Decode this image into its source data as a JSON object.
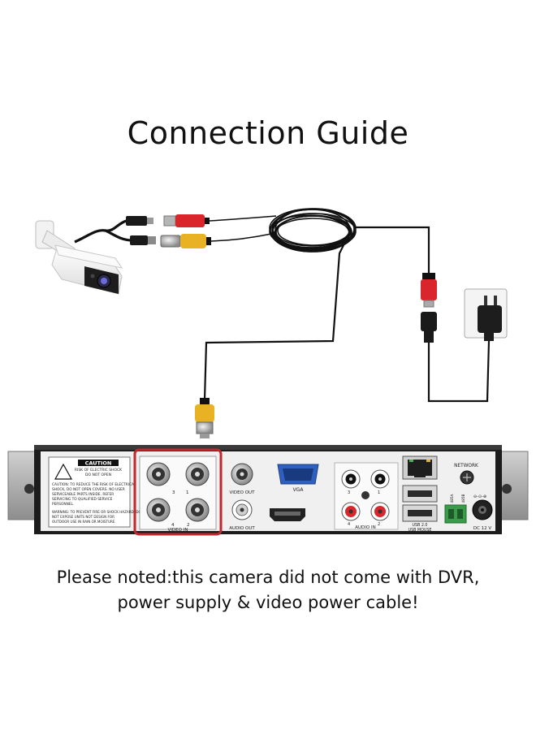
{
  "title": "Connection Guide",
  "note": {
    "line1": "Please noted:this camera did not come with DVR,",
    "line2": "power supply & video power cable!"
  },
  "dvr": {
    "caution": {
      "heading": "CAUTION",
      "line1": "RISK OF ELECTRIC SHOCK",
      "line2": "DO NOT OPEN",
      "warn1": "CAUTION: TO REDUCE THE RISK OF ELECTRICAL",
      "warn2": "SHOCK, DO NOT OPEN COVERS. NO USER",
      "warn3": "SERVICEABLE PARTS INSIDE. REFER",
      "warn4": "SERVICING TO QUALIFIED SERVICE",
      "warn5": "PERSONNEL.",
      "warn6": "WARNING: TO PREVENT FIRE OR SHOCK HAZARD, DO",
      "warn7": "NOT EXPOSE UNITS NOT DESIGN FOR",
      "warn8": "OUTDOOR USE IN RAIN OR MOISTURE"
    },
    "video_in_label": "VIDEO IN",
    "video_in_numbers": [
      "3",
      "1",
      "4",
      "2"
    ],
    "video_out_label": "VIDEO OUT",
    "audio_out_label": "AUDIO OUT",
    "vga_label": "VGA",
    "audio_in_label": "AUDIO IN",
    "audio_in_numbers": [
      "3",
      "1",
      "4",
      "2"
    ],
    "usb_label": "USB 2.0",
    "usb_mouse_label": "USB MOUSE",
    "network_label": "NETWORK",
    "rs485_a": "485A",
    "rs485_b": "485B",
    "dc_label": "DC 12 V"
  },
  "colors": {
    "highlight": "#c0282d",
    "bnc_yellow": "#e8b224",
    "plug_red": "#d8262c",
    "vga_blue": "#2f5fbf",
    "dvr_body": "#1c1c1c"
  }
}
